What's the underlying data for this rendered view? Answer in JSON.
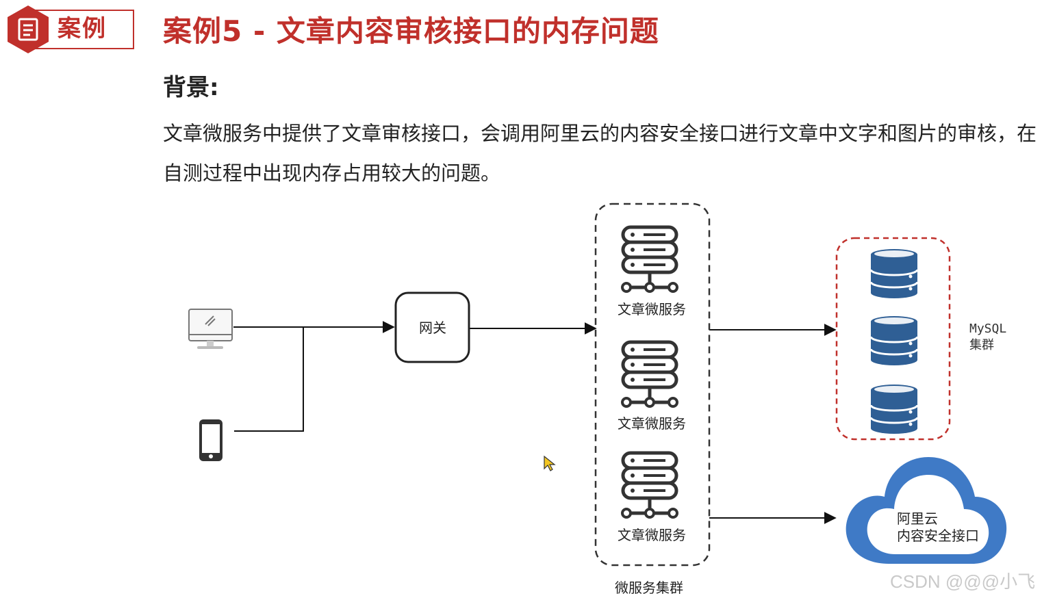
{
  "badge": {
    "label": "案例"
  },
  "title": "案例5 - 文章内容审核接口的内存问题",
  "background": {
    "heading": "背景:",
    "text": "文章微服务中提供了文章审核接口，会调用阿里云的内容安全接口进行文章中文字和图片的审核，在自测过程中出现内存占用较大的问题。"
  },
  "diagram": {
    "gateway_label": "网关",
    "services": [
      {
        "label": "文章微服务"
      },
      {
        "label": "文章微服务"
      },
      {
        "label": "文章微服务"
      }
    ],
    "cluster_label": "微服务集群",
    "mysql_label_line1": "MySQL",
    "mysql_label_line2": "集群",
    "cloud_label_line1": "阿里云",
    "cloud_label_line2": "内容安全接口"
  },
  "watermark": "CSDN @@@小飞",
  "colors": {
    "accent_red": "#c0302b",
    "db_blue": "#2f5f95",
    "cloud_blue": "#3f7ac6"
  }
}
